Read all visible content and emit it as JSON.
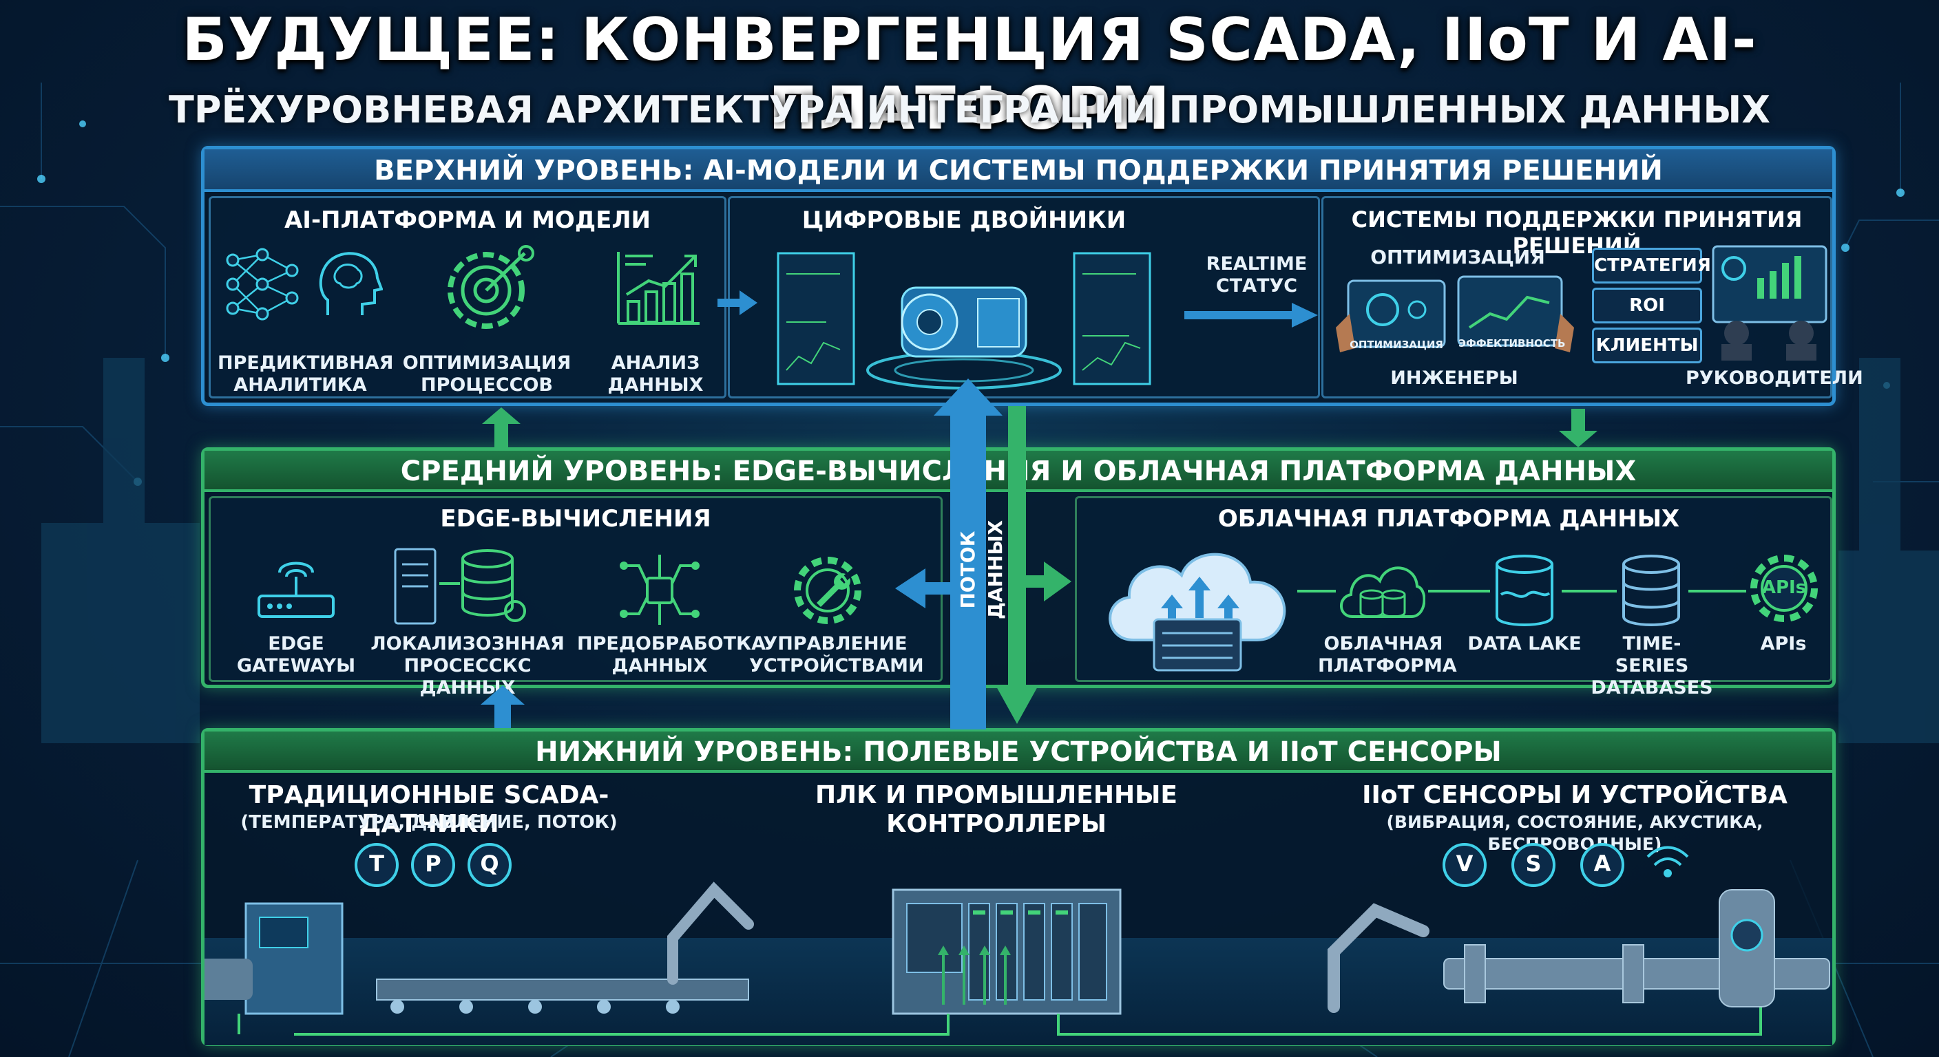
{
  "title": "БУДУЩЕЕ: КОНВЕРГЕНЦИЯ SCADA, IIoT И AI-ПЛАТФОРМ",
  "subtitle": "ТРЁХУРОВНЕВАЯ АРХИТЕКТУРА ИНТЕГРАЦИИ ПРОМЫШЛЕННЫХ ДАННЫХ",
  "colors": {
    "blue_accent": "#2d8fd1",
    "green_accent": "#34b36a",
    "cyan_icon": "#3fd0e8",
    "green_icon": "#43d47a"
  },
  "top_tier": {
    "header": "ВЕРХНИЙ УРОВЕНЬ: AI-МОДЕЛИ И СИСТЕМЫ ПОДДЕРЖКИ ПРИНЯТИЯ РЕШЕНИЙ",
    "ai_panel": {
      "title": "AI-ПЛАТФОРМА И МОДЕЛИ",
      "items": [
        {
          "icon": "neural-network-icon",
          "label_line1": "ПРЕДИКТИВНАЯ",
          "label_line2": "АНАЛИТИКА"
        },
        {
          "icon": "target-gear-icon",
          "label_line1": "ОПТИМИЗАЦИЯ",
          "label_line2": "ПРОЦЕССОВ"
        },
        {
          "icon": "growth-chart-icon",
          "label_line1": "АНАЛИЗ",
          "label_line2": "ДАННЫХ"
        }
      ]
    },
    "twin_panel": {
      "title": "ЦИФРОВЫЕ ДВОЙНИКИ",
      "status_line1": "REALTIME",
      "status_line2": "СТАТУС"
    },
    "dss_panel": {
      "title": "СИСТЕМЫ ПОДДЕРЖКИ ПРИНЯТИЯ РЕШЕНИЙ",
      "optimization_label": "ОПТИМИЗАЦИЯ",
      "tablet_left_caption": "ОПТИМИЗАЦИЯ",
      "tablet_right_caption": "ЭФФЕКТИВНОСТЬ",
      "engineers_label": "ИНЖЕНЕРЫ",
      "managers_label": "РУКОВОДИТЕЛИ",
      "pills": [
        "СТРАТЕГИЯ",
        "ROI",
        "КЛИЕНТЫ"
      ]
    }
  },
  "middle_tier": {
    "header": "СРЕДНИЙ УРОВЕНЬ: EDGE-ВЫЧИСЛЕНИЯ И ОБЛАЧНАЯ ПЛАТФОРМА ДАННЫХ",
    "edge_title": "EDGE-ВЫЧИСЛЕНИЯ",
    "edge_items": [
      {
        "icon": "router-icon",
        "label_line1": "EDGE",
        "label_line2": "GATEWAYЫ"
      },
      {
        "icon": "server-database-icon",
        "label_line1": "ЛОКАЛИЗОЗННАЯ",
        "label_line2": "ПРОСЕССКС ДАННЫХ"
      },
      {
        "icon": "circuit-icon",
        "label_line1": "ПРЕДОБРАБОТКА",
        "label_line2": "ДАННЫХ"
      },
      {
        "icon": "wrench-gear-icon",
        "label_line1": "УПРАВЛЕНИЕ",
        "label_line2": "УСТРОЙСТВАМИ"
      }
    ],
    "cloud_title": "ОБЛАЧНАЯ ПЛАТФОРМА ДАННЫХ",
    "cloud_items": [
      {
        "icon": "cloud-database-icon",
        "label_line1": "ОБЛАЧНАЯ",
        "label_line2": "ПЛАТФОРМА"
      },
      {
        "icon": "data-lake-icon",
        "label_line1": "DATA LAKE",
        "label_line2": ""
      },
      {
        "icon": "database-icon",
        "label_line1": "TIME-SERIES",
        "label_line2": "DATABASES"
      },
      {
        "icon": "apis-gear-icon",
        "label_line1": "APIs",
        "label_line2": ""
      }
    ],
    "apis_badge": "APIs"
  },
  "data_flow_label": "ПОТОК ДАННЫХ",
  "bottom_tier": {
    "header": "НИЖНИЙ УРОВЕНЬ: ПОЛЕВЫЕ УСТРОЙСТВА И IIoT СЕНСОРЫ",
    "scada_title": "ТРАДИЦИОННЫЕ SCADA-ДАТЧИКИ",
    "scada_sub": "(ТЕМПЕРАТУРА, ДАВЛЕНИЕ, ПОТОК)",
    "scada_badges": [
      "T",
      "P",
      "Q"
    ],
    "plc_title_line1": "ПЛК И ПРОМЫШЛЕННЫЕ",
    "plc_title_line2": "КОНТРОЛЛЕРЫ",
    "iiot_title": "IIoT СЕНСОРЫ И УСТРОЙСТВА",
    "iiot_sub": "(ВИБРАЦИЯ, СОСТОЯНИЕ, АКУСТИКА, БЕСПРОВОДНЫЕ)",
    "iiot_badges": [
      "V",
      "S",
      "A"
    ]
  }
}
